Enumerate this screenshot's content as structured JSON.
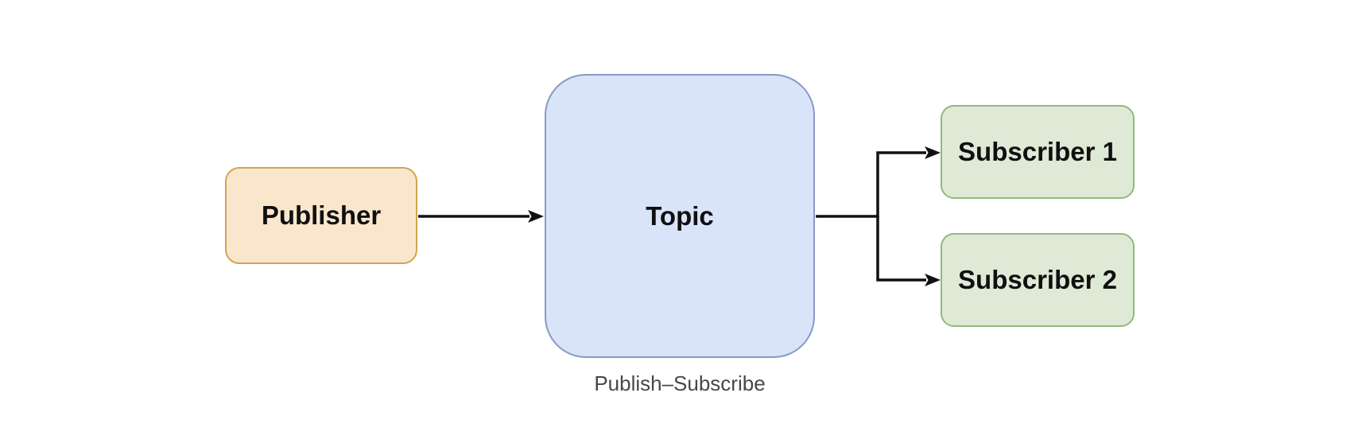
{
  "diagram": {
    "caption": "Publish–Subscribe",
    "nodes": [
      {
        "id": "publisher",
        "label": "Publisher",
        "fill": "#F9E6CD",
        "border": "#D1A452"
      },
      {
        "id": "topic",
        "label": "Topic",
        "fill": "#DAE4F8",
        "border": "#8799C6"
      },
      {
        "id": "subscriber-1",
        "label": "Subscriber 1",
        "fill": "#DFEAD6",
        "border": "#90BA7C"
      },
      {
        "id": "subscriber-2",
        "label": "Subscriber 2",
        "fill": "#DFEAD6",
        "border": "#90BA7C"
      }
    ],
    "edges": [
      {
        "from": "publisher",
        "to": "topic"
      },
      {
        "from": "topic",
        "to": "subscriber-1"
      },
      {
        "from": "topic",
        "to": "subscriber-2"
      }
    ],
    "colors": {
      "arrow": "#111111",
      "caption_text": "#474747",
      "label_text": "#101010",
      "background": "#ffffff"
    }
  }
}
